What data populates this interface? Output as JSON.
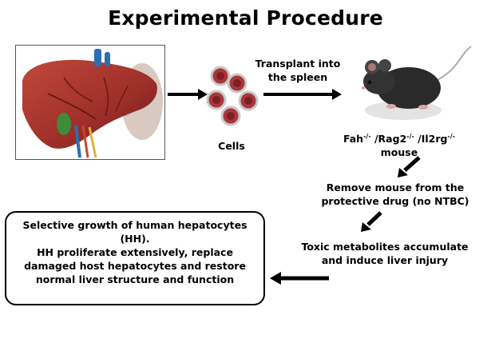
{
  "title": "Experimental Procedure",
  "labels": {
    "cells": "Cells",
    "transplant": [
      "Transplant into",
      "the spleen"
    ],
    "mouse_strain": [
      "Fah",
      "-/-",
      " /Rag2",
      "-/-",
      " /Il2rg",
      "-/-"
    ],
    "mouse_word": "mouse",
    "remove_drug": [
      "Remove mouse from the",
      "protective drug (no NTBC)"
    ],
    "toxic": [
      "Toxic metabolites accumulate",
      "and induce liver injury"
    ]
  },
  "outcome": [
    "Selective growth of human hepatocytes",
    "(HH).",
    "HH proliferate extensively, replace",
    "damaged host hepatocytes and restore",
    "normal liver structure and function"
  ],
  "colors": {
    "liver": "#a2352c",
    "cell_fill": "#a8373a",
    "arrow": "#000000",
    "gallbladder": "#3d8c3a",
    "vein_blue": "#2b6fb3"
  },
  "icons": [
    "liver-illustration",
    "cell-cluster-icon",
    "mouse-illustration"
  ]
}
